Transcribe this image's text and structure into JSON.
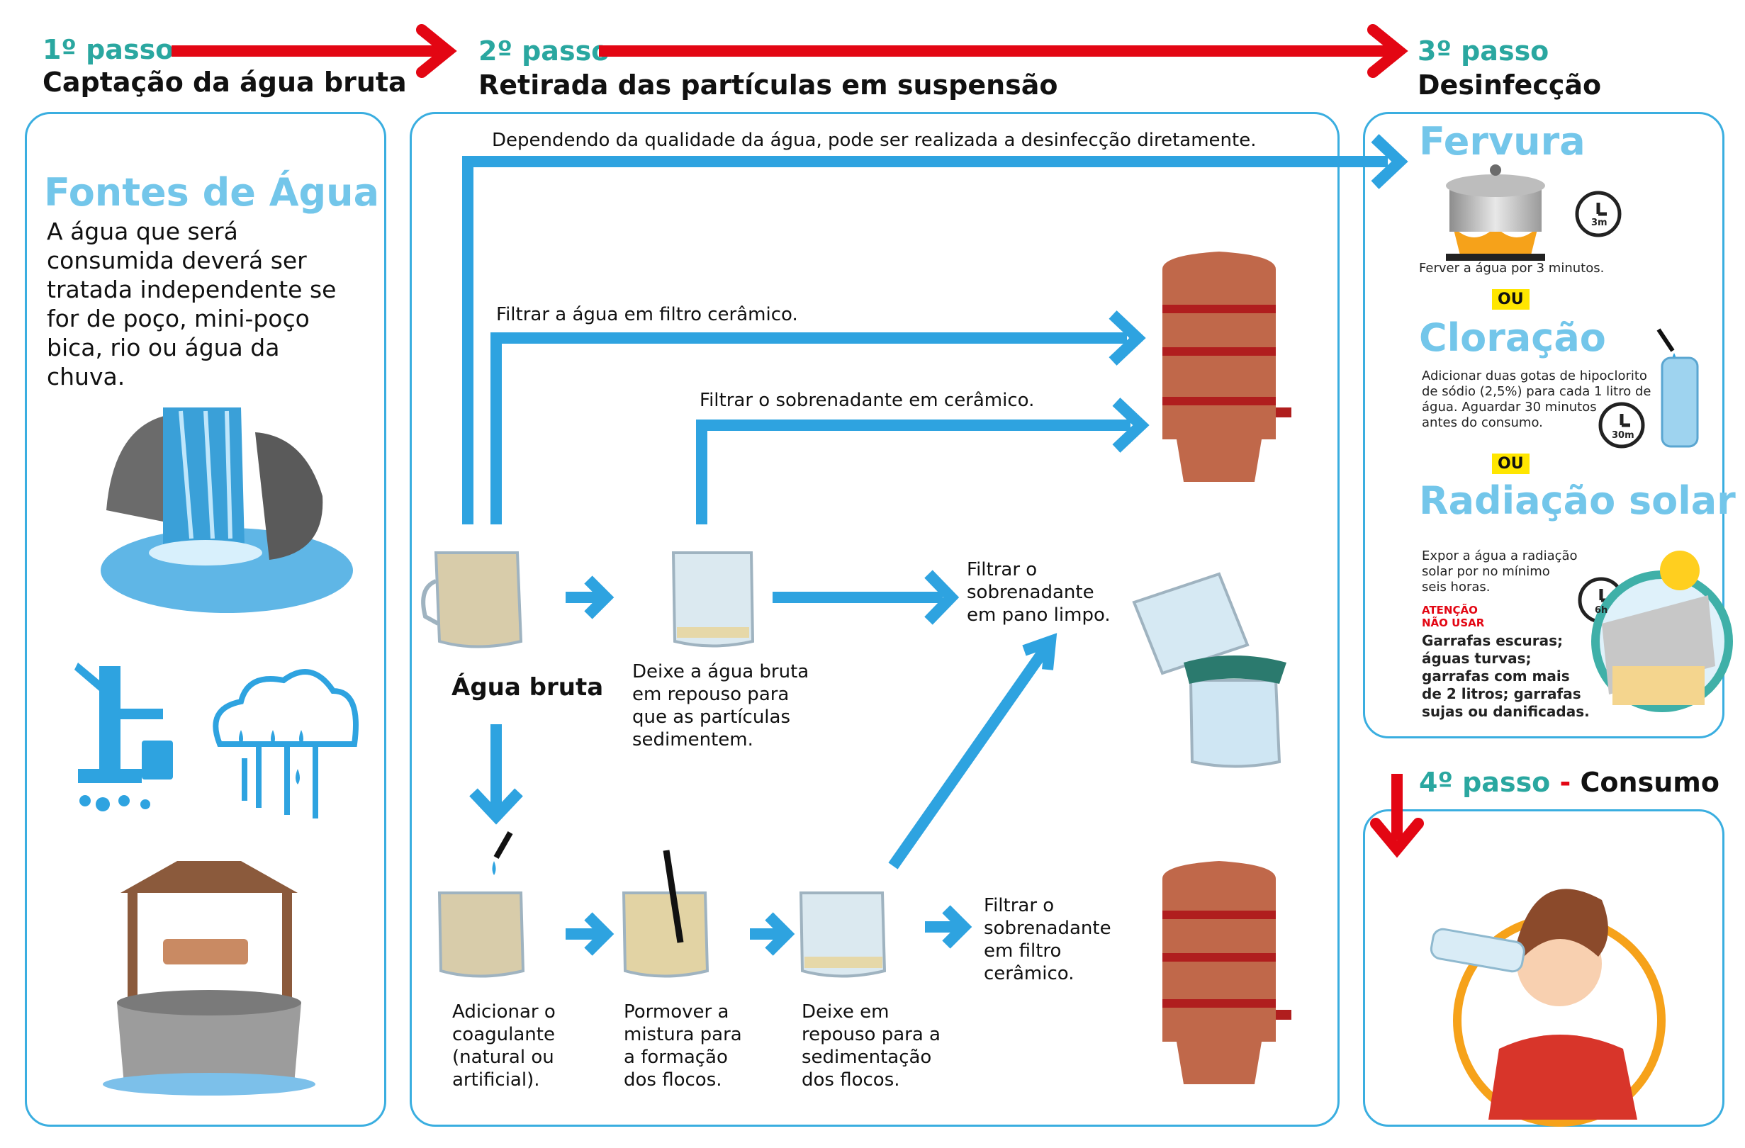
{
  "steps": {
    "s1": {
      "label": "1º passo",
      "title": "Captação da água bruta"
    },
    "s2": {
      "label": "2º passo",
      "title": "Retirada das partículas em suspensão"
    },
    "s3": {
      "label": "3º passo",
      "title": "Desinfecção"
    },
    "s4": {
      "label": "4º passo",
      "dash": " - ",
      "title": "Consumo"
    }
  },
  "sources": {
    "title": "Fontes de Água",
    "text_lines": [
      "A água que será",
      "consumida deverá ser",
      "tratada independente se",
      "for de poço, mini-poço",
      "bica, rio ou água da",
      "chuva."
    ]
  },
  "treatment": {
    "direct_note": "Dependendo da qualidade da água, pode ser realizada a desinfecção diretamente.",
    "filter_ceramic": "Filtrar a água em filtro cerâmico.",
    "filter_supernatant": "Filtrar o sobrenadante em cerâmico.",
    "raw_water": "Água bruta",
    "settle_lines": [
      "Deixe a água bruta",
      "em repouso para",
      "que as partículas",
      "sedimentem."
    ],
    "cloth_lines": [
      "Filtrar o",
      "sobrenadante",
      "em pano limpo."
    ],
    "coagulant_lines": [
      "Adicionar o",
      "coagulante",
      "(natural ou",
      "artificial)."
    ],
    "mix_lines": [
      "Pormover a",
      "mistura para",
      "a formação",
      "dos flocos."
    ],
    "rest_lines": [
      "Deixe em",
      "repouso para a",
      "sedimentação",
      "dos flocos."
    ],
    "filter2_lines": [
      "Filtrar  o",
      "sobrenadante",
      "em filtro",
      "cerâmico."
    ]
  },
  "disinfection": {
    "boil_title": "Fervura",
    "boil_text": "Ferver a água por 3 minutos.",
    "boil_clock": "3m",
    "or1": "OU",
    "chlor_title": "Cloração",
    "chlor_lines": [
      "Adicionar duas gotas de hipoclorito",
      "de sódio (2,5%) para cada 1 litro de",
      "água. Aguardar 30 minutos",
      "antes do consumo."
    ],
    "chlor_clock": "30m",
    "or2": "OU",
    "solar_title": "Radiação solar",
    "solar_lines": [
      "Expor a água a radiação",
      "solar por no mínimo",
      "seis horas."
    ],
    "solar_clock": "6h",
    "warning_lines": [
      "ATENÇÃO",
      "NÃO USAR"
    ],
    "warning_items": [
      "Garrafas escuras;",
      "águas turvas;",
      "garrafas com mais",
      "de 2 litros; garrafas",
      "sujas ou danificadas."
    ]
  },
  "colors": {
    "red_arrow": "#e30613",
    "blue_arrow": "#2ea3e0",
    "teal": "#2aa7a0",
    "light_blue": "#73c6ea",
    "panel_border": "#3aaee0",
    "highlight": "#ffe600"
  }
}
